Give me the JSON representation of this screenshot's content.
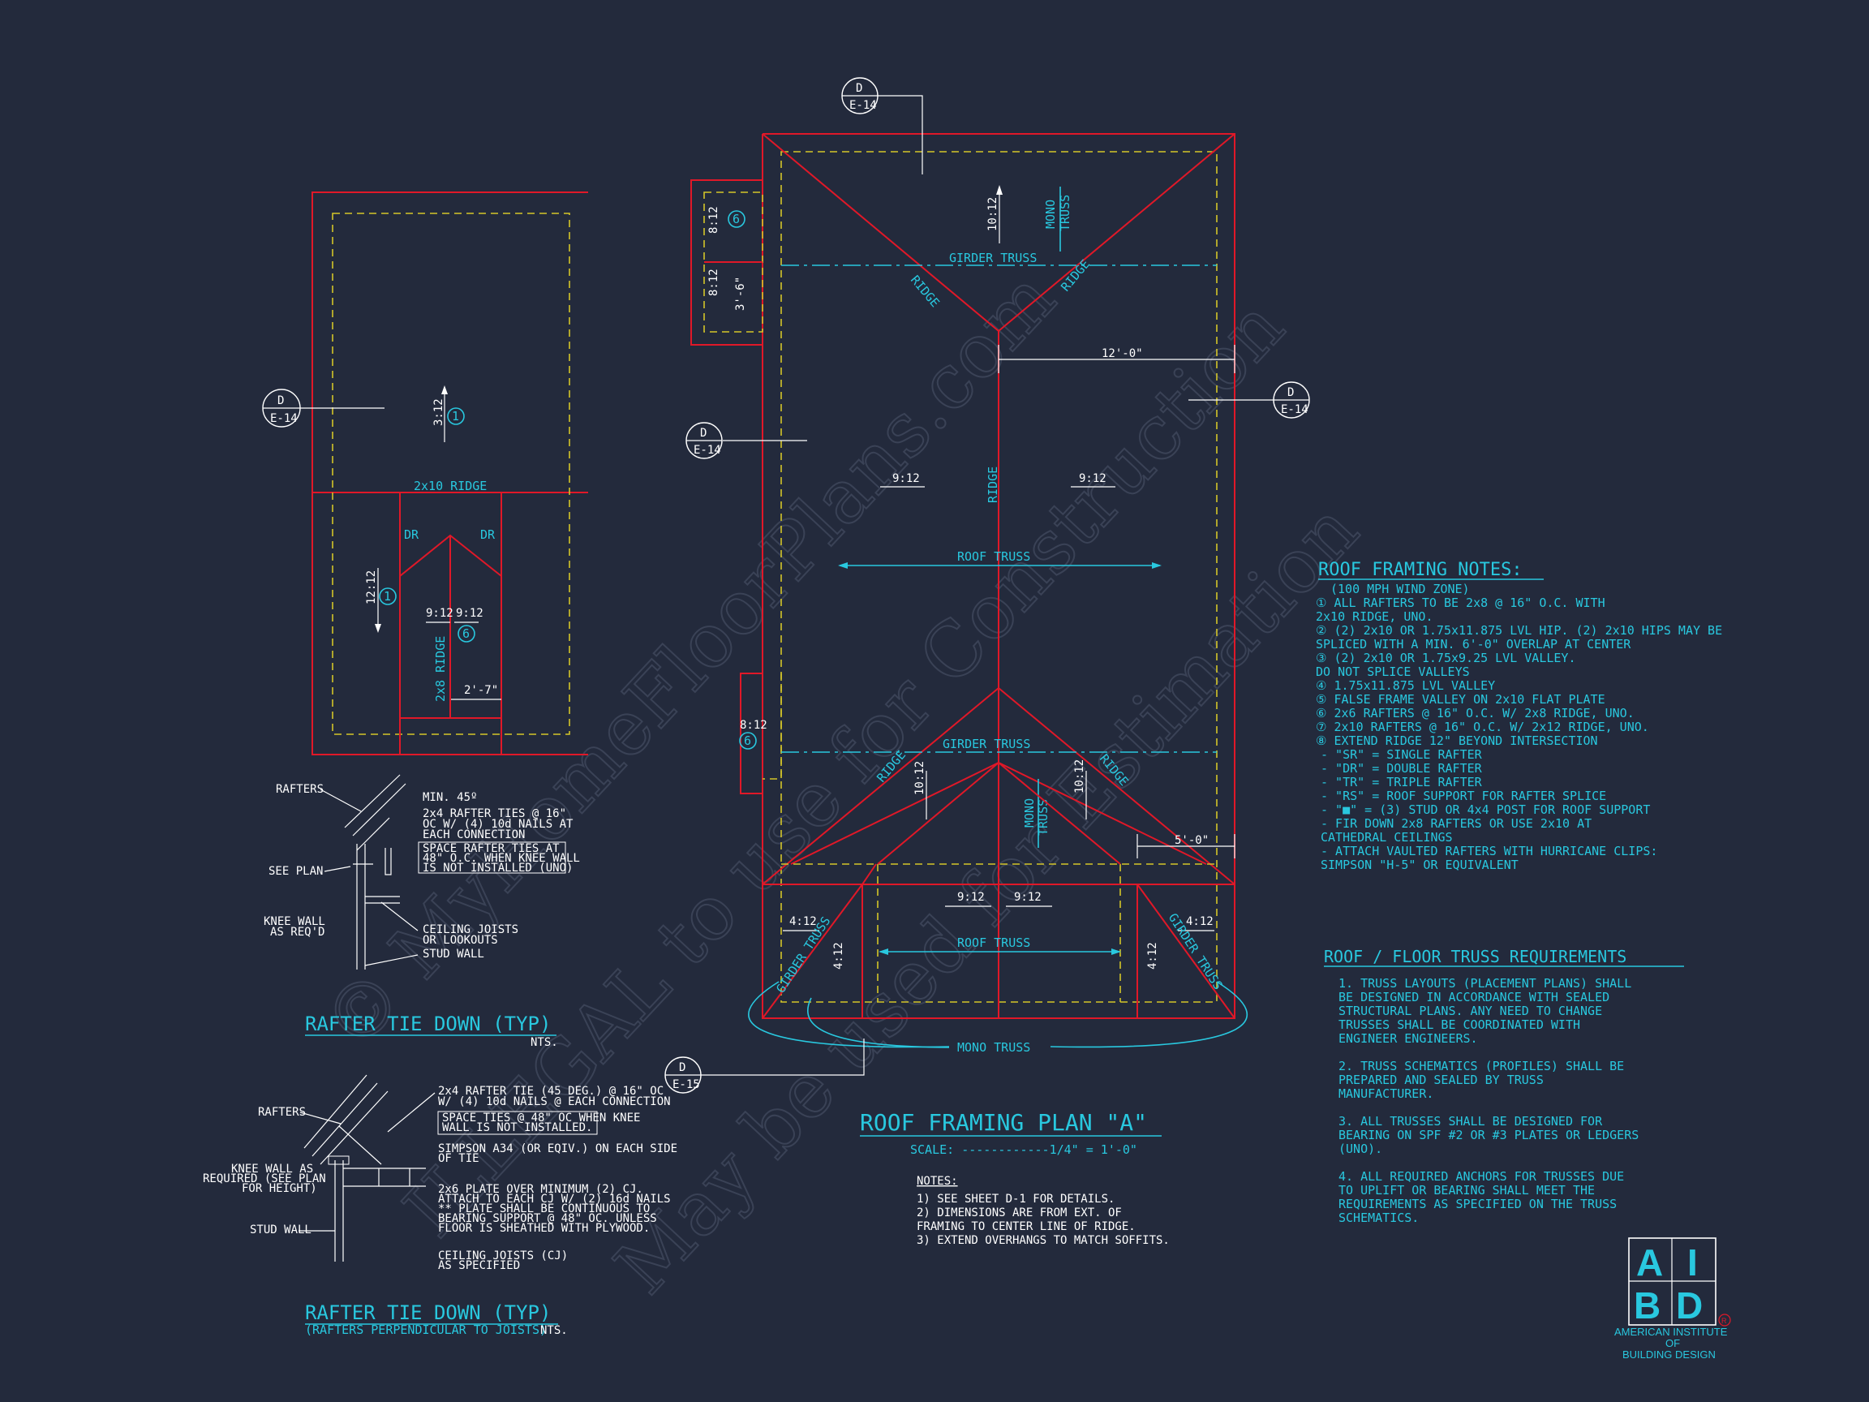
{
  "sections": {
    "plan_title": "ROOF FRAMING PLAN \"A\"",
    "plan_scale": "SCALE: ------------1/4\" = 1'-0\"",
    "notes_heading": "NOTES:",
    "plan_notes": [
      "1)  SEE SHEET D-1 FOR DETAILS.",
      "2)  DIMENSIONS ARE FROM EXT. OF",
      "     FRAMING TO CENTER LINE OF RIDGE.",
      "3)  EXTEND OVERHANGS TO MATCH SOFFITS."
    ]
  },
  "framing_notes": {
    "heading": "ROOF FRAMING NOTES:",
    "lines": [
      "(100 MPH WIND ZONE)",
      "①  ALL RAFTERS TO BE 2x8 @ 16\" O.C. WITH",
      "     2x10 RIDGE, UNO.",
      "②  (2) 2x10 OR 1.75x11.875 LVL HIP. (2) 2x10 HIPS MAY BE",
      "     SPLICED WITH A MIN. 6'-0\" OVERLAP AT CENTER",
      "③  (2) 2x10 OR 1.75x9.25 LVL VALLEY.",
      "     DO NOT SPLICE VALLEYS",
      "④  1.75x11.875 LVL VALLEY",
      "⑤  FALSE FRAME VALLEY ON 2x10 FLAT PLATE",
      "⑥  2x6 RAFTERS @ 16\" O.C. W/ 2x8 RIDGE, UNO.",
      "⑦  2x10 RAFTERS @ 16\" O.C. W/ 2x12 RIDGE, UNO.",
      "⑧  EXTEND RIDGE 12\" BEYOND INTERSECTION",
      "-  \"SR\" = SINGLE RAFTER",
      "-  \"DR\" = DOUBLE RAFTER",
      "-  \"TR\" = TRIPLE RAFTER",
      "-  \"RS\" = ROOF SUPPORT FOR RAFTER SPLICE",
      "-  \"■\" = (3) STUD OR 4x4 POST FOR ROOF SUPPORT",
      "-  FIR DOWN 2x8 RAFTERS OR USE 2x10 AT",
      "    CATHEDRAL CEILINGS",
      "-  ATTACH VAULTED RAFTERS WITH HURRICANE CLIPS:",
      "    SIMPSON \"H-5\" OR EQUIVALENT"
    ]
  },
  "truss_requirements": {
    "heading": "ROOF / FLOOR  TRUSS REQUIREMENTS",
    "lines": [
      "1. TRUSS LAYOUTS (PLACEMENT PLANS) SHALL",
      "BE DESIGNED IN ACCORDANCE WITH SEALED",
      "STRUCTURAL PLANS. ANY NEED TO CHANGE",
      "TRUSSES SHALL BE COORDINATED WITH",
      "ENGINEER ENGINEERS.",
      "",
      "2. TRUSS SCHEMATICS (PROFILES) SHALL BE",
      "PREPARED AND SEALED BY TRUSS",
      "MANUFACTURER.",
      "",
      "3. ALL TRUSSES SHALL BE DESIGNED FOR",
      "BEARING ON SPF #2 OR #3 PLATES OR LEDGERS",
      "(UNO).",
      "",
      "4. ALL REQUIRED ANCHORS FOR TRUSSES DUE",
      "TO UPLIFT OR BEARING SHALL MEET THE",
      "REQUIREMENTS AS SPECIFIED ON THE TRUSS",
      "SCHEMATICS."
    ]
  },
  "detail1": {
    "title": "RAFTER TIE DOWN (TYP)",
    "nts": "NTS.",
    "labels": {
      "rafters": "RAFTERS",
      "min45": "MIN. 45º",
      "ties1": "2x4 RAFTER TIES @ 16\"",
      "ties2": "OC W/ (4) 10d NAILS AT",
      "ties3": "EACH CONNECTION",
      "box1": "SPACE RAFTER TIES AT",
      "box2": "48\" O.C. WHEN KNEE WALL",
      "box3": "IS NOT INSTALLED (UNO)",
      "see_plan": "SEE PLAN",
      "knee1": "KNEE WALL",
      "knee2": "AS REQ'D",
      "cj1": "CEILING JOISTS",
      "cj2": "OR LOOKOUTS",
      "stud": "STUD WALL"
    }
  },
  "detail2": {
    "title": "RAFTER TIE DOWN (TYP)",
    "subtitle": "(RAFTERS PERPENDICULAR TO JOISTS)",
    "nts": "NTS.",
    "labels": {
      "rafters": "RAFTERS",
      "tie1": "2x4 RAFTER TIE (45 DEG.) @ 16\" OC",
      "tie2": "W/ (4) 10d NAILS @ EACH CONNECTION",
      "box1": "SPACE TIES @ 48\" OC WHEN KNEE",
      "box2": "WALL IS NOT INSTALLED.",
      "knee1": "KNEE WALL AS",
      "knee2": "REQUIRED (SEE PLAN",
      "knee3": "FOR HEIGHT)",
      "simp1": "SIMPSON A34 (OR EQIV.) ON EACH SIDE",
      "simp2": "OF TIE",
      "plate1": "2x6 PLATE OVER MINIMUM (2) CJ.",
      "plate2": "ATTACH TO EACH CJ W/ (2) 16d NAILS",
      "plate3": "** PLATE SHALL BE CONTINUOUS TO",
      "plate4": "BEARING SUPPORT @ 48\" OC. UNLESS",
      "plate5": "FLOOR IS SHEATHED WITH PLYWOOD.",
      "stud": "STUD WALL",
      "cj1": "CEILING JOISTS (CJ)",
      "cj2": "AS SPECIFIED"
    }
  },
  "left_plan": {
    "ridge": "2x10 RIDGE",
    "ridge2": "2x8 RIDGE",
    "dr": "DR",
    "pitch_top": "3:12",
    "pitch_left": "12:12",
    "pitch_a": "9:12",
    "pitch_b": "9:12",
    "dim": "2'-7\"",
    "tag1": "1",
    "tag2": "1",
    "tag6": "6"
  },
  "main_plan": {
    "girder": "GIRDER TRUSS",
    "ridge": "RIDGE",
    "roof_truss": "ROOF TRUSS",
    "mono": "MONO",
    "truss": "TRUSS",
    "mono_truss": "MONO TRUSS",
    "p1012": "10:12",
    "p912": "9:12",
    "p812": "8:12",
    "p412": "4:12",
    "dim12": "12'-0\"",
    "dim5": "5'-0\"",
    "dim36": "3'-6\"",
    "tag6": "6"
  },
  "bubbles": {
    "top": "D",
    "sheet14": "E-14",
    "sheet15": "E-15"
  },
  "watermark": {
    "line1": "© MyHomeFloorPlans.com",
    "line2": "ILLEGAL to use for Construction",
    "line3": "May be used for Estimation"
  },
  "logo": {
    "a": "A",
    "i": "I",
    "b": "B",
    "d": "D",
    "reg": "R",
    "name1": "AMERICAN INSTITUTE",
    "name2": "OF",
    "name3": "BUILDING DESIGN"
  },
  "colors": {
    "background": "#232a3c",
    "cyan": "#29c8df",
    "red": "#e01828",
    "yellow": "#d4c628",
    "white": "#ffffff"
  }
}
